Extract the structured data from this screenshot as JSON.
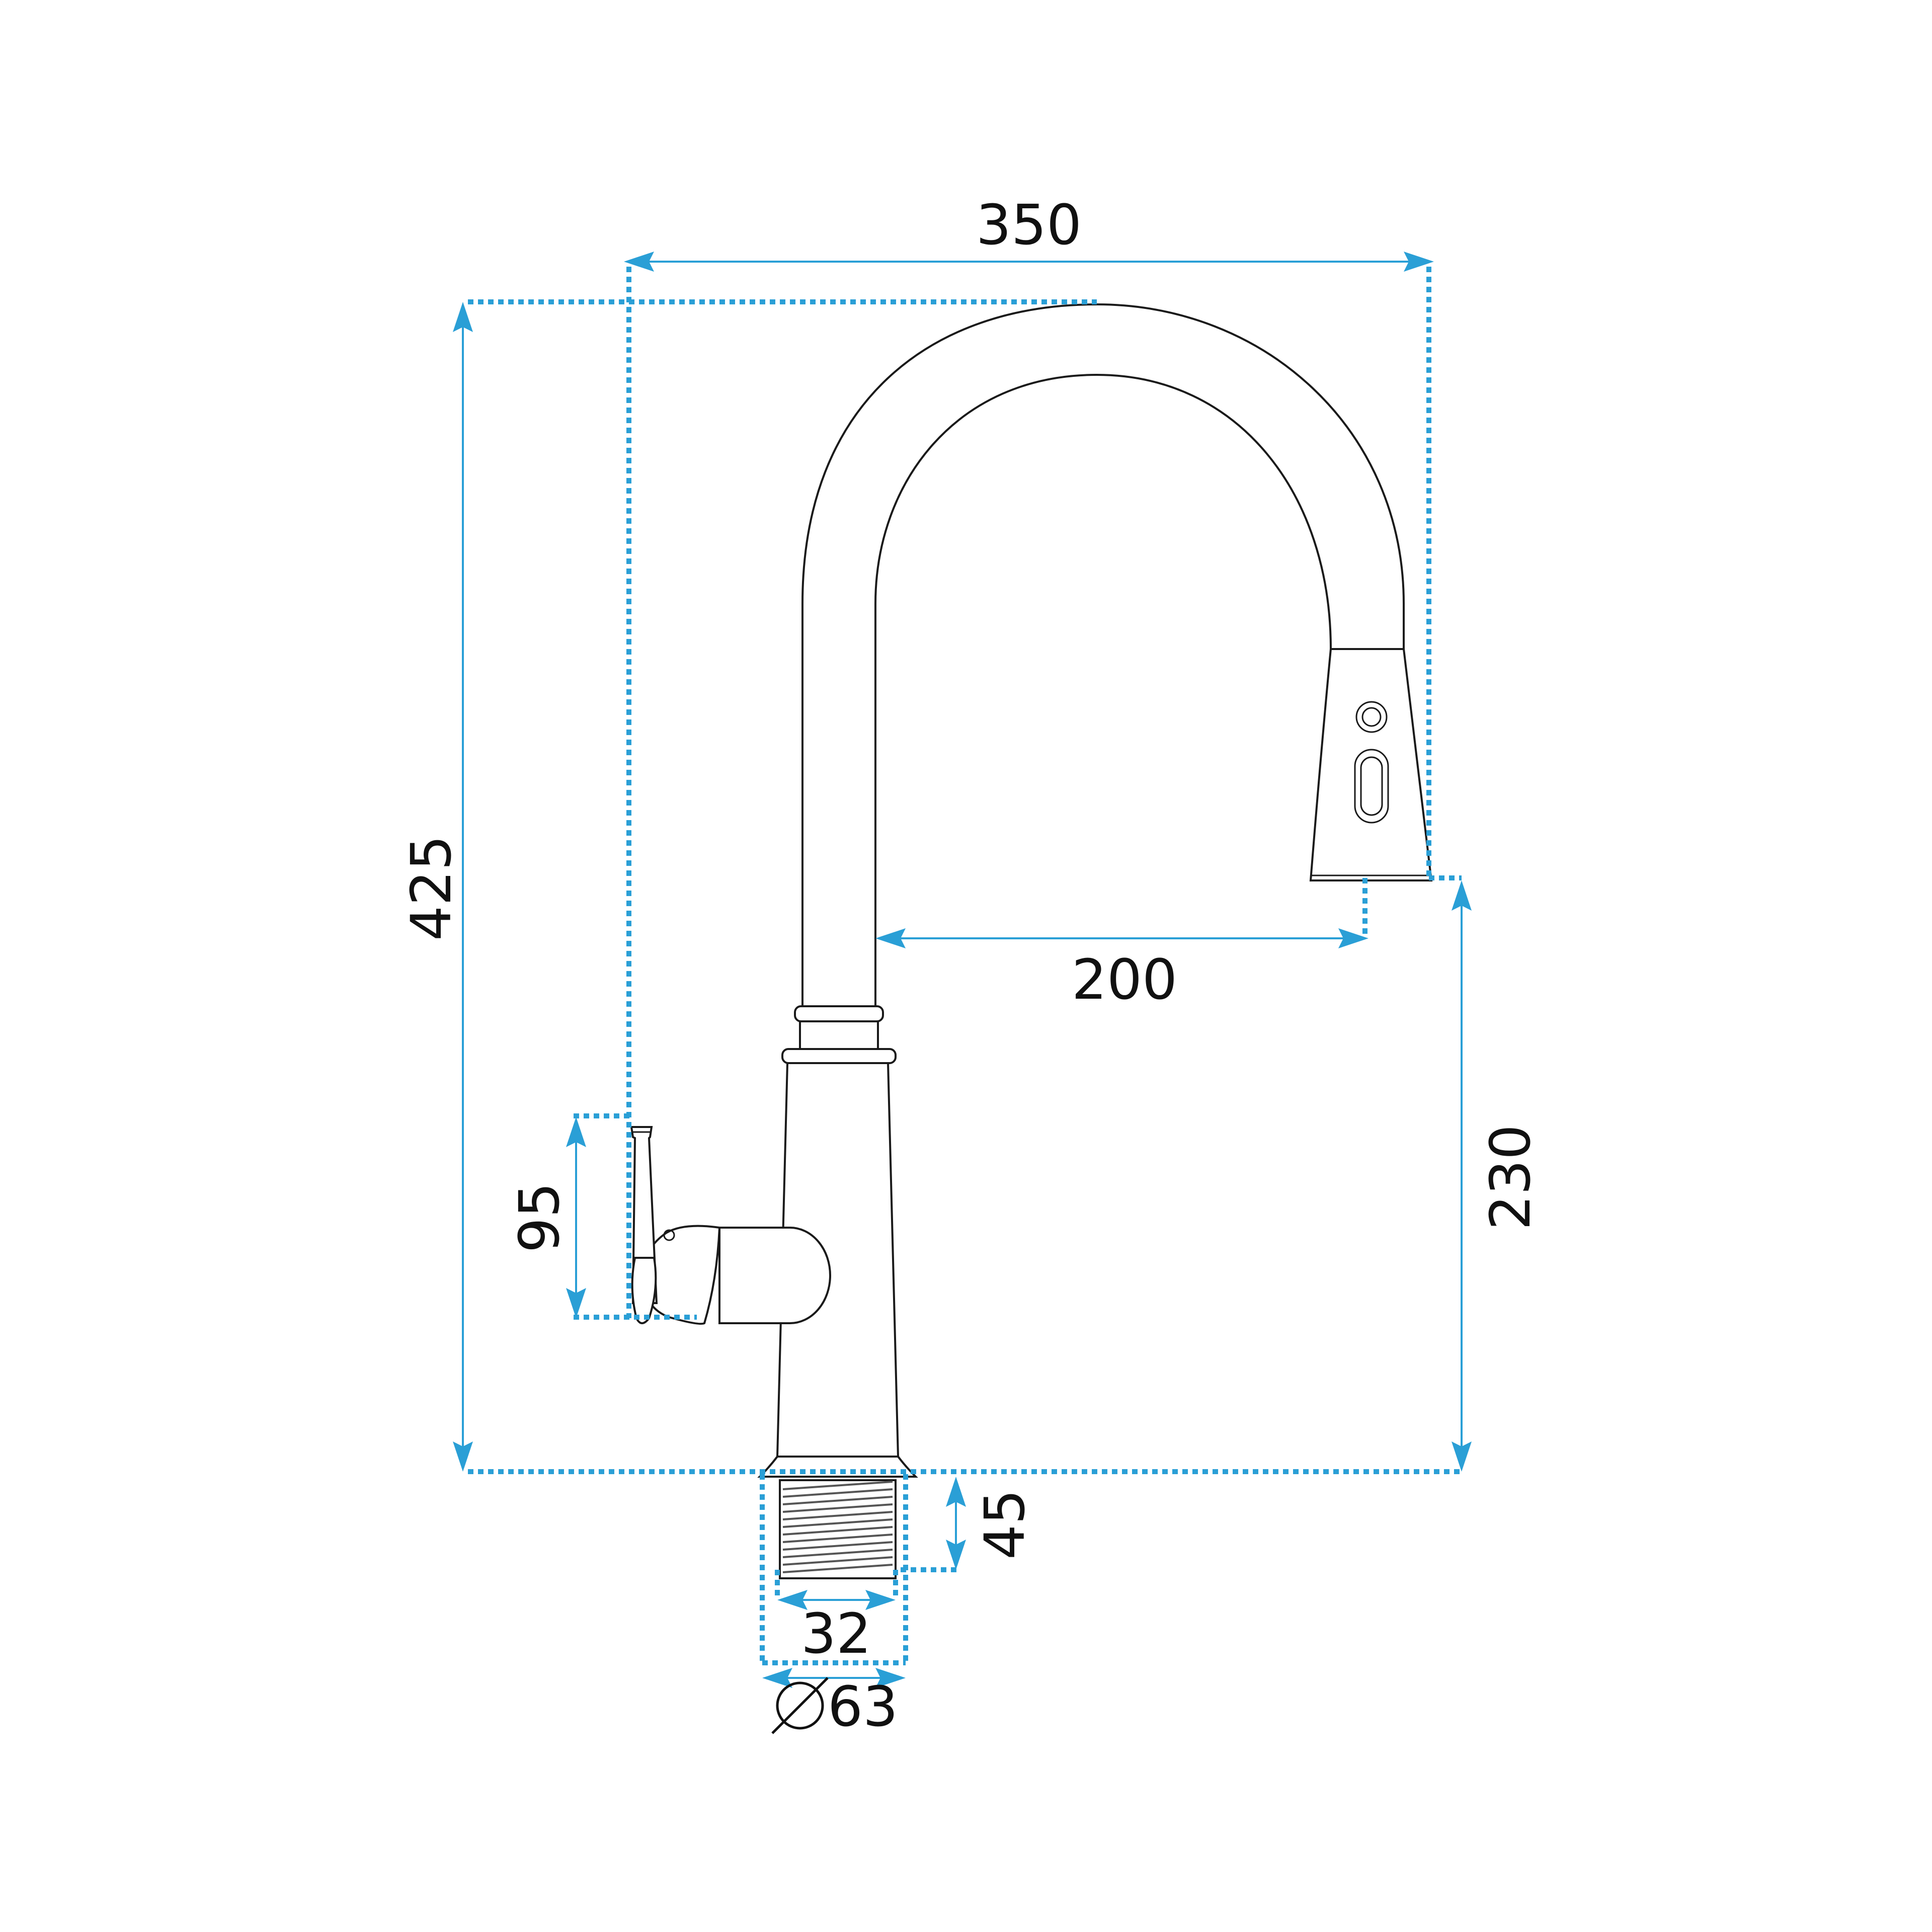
{
  "dimensions": {
    "overall_width": "350",
    "overall_height": "425",
    "reach": "200",
    "spout_height": "230",
    "lever_height": "95",
    "thread_length": "45",
    "thread_diameter": "32",
    "base_diameter": "63"
  },
  "colors": {
    "dimension": "#2a9fd6",
    "outline": "#1a1a1a",
    "text": "#111111"
  },
  "icons": {
    "diameter_symbol": "diameter-icon"
  }
}
